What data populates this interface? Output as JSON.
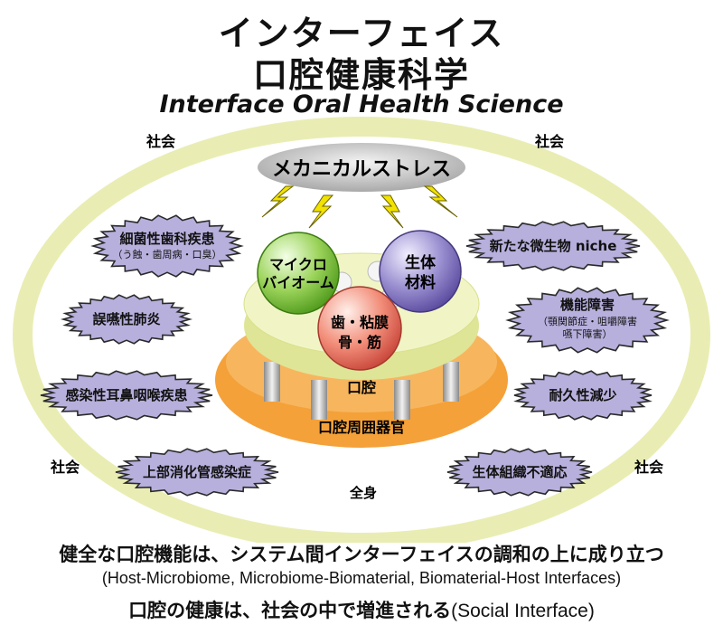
{
  "title": {
    "line1": "インターフェイス",
    "line2": "口腔健康科学",
    "english": "Interface Oral Health Science"
  },
  "society_labels": [
    "社会",
    "社会",
    "社会",
    "社会"
  ],
  "stress_label": "メカニカルストレス",
  "circles": {
    "microbiome": [
      "マイクロ",
      "バイオーム"
    ],
    "biomaterial": [
      "生体",
      "材料"
    ],
    "tissue": [
      "歯・粘膜",
      "骨・筋"
    ]
  },
  "oral_cavity": "口腔",
  "perioral_organs": "口腔周囲器官",
  "whole_body": "全身",
  "left_items": [
    {
      "main": "細菌性歯科疾患",
      "sub": "（う蝕・歯周病・口臭）"
    },
    {
      "main": "誤嚥性肺炎",
      "sub": ""
    },
    {
      "main": "感染性耳鼻咽喉疾患",
      "sub": ""
    },
    {
      "main": "上部消化管感染症",
      "sub": ""
    }
  ],
  "right_items": [
    {
      "main": "新たな微生物 niche",
      "sub": ""
    },
    {
      "main": "機能障害",
      "sub": "（顎関節症・咀嚼障害",
      "sub2": "嚥下障害）"
    },
    {
      "main": "耐久性減少",
      "sub": ""
    },
    {
      "main": "生体組織不適応",
      "sub": ""
    }
  ],
  "footer": {
    "line1": "健全な口腔機能は、システム間インターフェイスの調和の上に成り立つ",
    "line2": "(Host-Microbiome, Microbiome-Biomaterial, Biomaterial-Host Interfaces)",
    "line3_main": "口腔の健康は、社会の中で増進される",
    "line3_paren": "(Social Interface)"
  },
  "colors": {
    "society_ring": "#e9edb3",
    "stress_cloud": "#c8c8c8",
    "lightning": "#f2e200",
    "microbiome": "#8cc63f",
    "biomaterial": "#8b7fc0",
    "tissue": "#f08a78",
    "oral_disc": "#eef2b8",
    "perioral_disc": "#f4a13a",
    "star_fill": "#b7b0dd"
  }
}
